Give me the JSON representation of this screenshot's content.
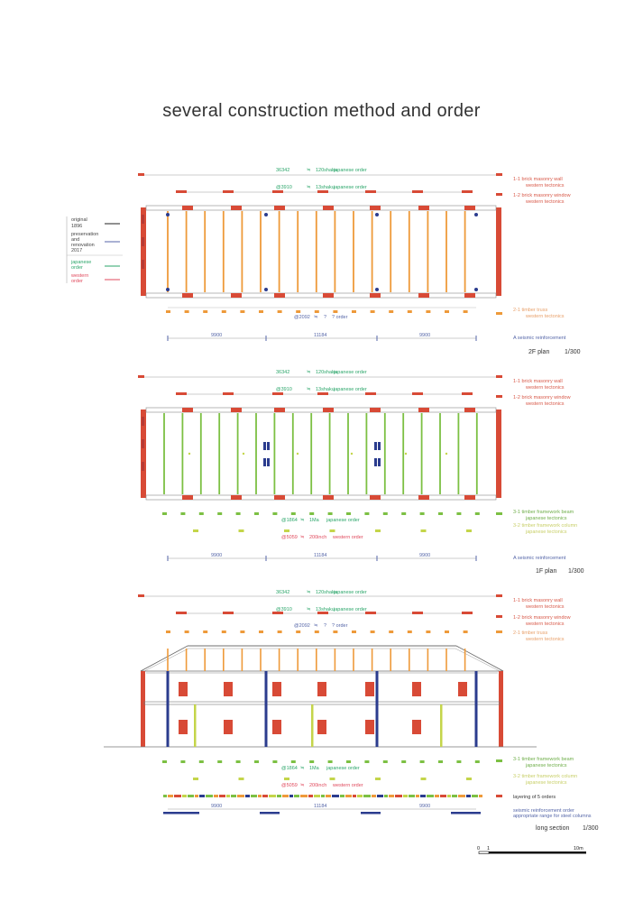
{
  "title": "several construction method and order",
  "colors": {
    "brick": "#d84a36",
    "truss": "#ee9a3a",
    "beam": "#7cc043",
    "column": "#c4d54a",
    "japanese": "#2ba66a",
    "western": "#e0495c",
    "steel": "#2b3c8e",
    "dim": "#5566a8",
    "label_brick": "#d85a4a",
    "label_truss": "#e8a06a",
    "label_beam": "#6fae4a",
    "label_col": "#c8cf68"
  },
  "legend": {
    "original": "original",
    "original_year": "1896",
    "preservation_l1": "preservation",
    "preservation_l2": "and",
    "preservation_l3": "renovation",
    "preservation_year": "2017",
    "japanese_l1": "japanese",
    "japanese_l2": "order",
    "western_l1": "western",
    "western_l2": "order"
  },
  "common": {
    "dim_total": "36342",
    "approx": "≒",
    "shaku120": "120shaku",
    "japanese_order": "japanese order",
    "at3910": "@3910",
    "shaku13": "13shaku",
    "at2092": "@2092",
    "q": "?",
    "q_order": "? order",
    "at1864": "@1864",
    "ma1": "1Ma",
    "at5059": "@5059",
    "inch200": "200inch",
    "western_order": "western order",
    "d9900": "9900",
    "d11184": "11184",
    "wall_11": "1-1   brick masonry wall",
    "window_12": "1-2   brick masonry window",
    "western_tectonics": "western tectonics",
    "truss_21": "2-1   timber truss",
    "beam_31": "3-1   timber framework beam",
    "col_32": "3-2   timber framework column",
    "japanese_tectonics": "japanese tectonics",
    "seismic_a": "A   seismic reinforcement",
    "layering": "layering of 5 orders",
    "seismic_order": "seismic reinforcement order",
    "steel_range": "appropriate range for steel columns"
  },
  "plan2f": {
    "caption": "2F   plan",
    "scale": "1/300"
  },
  "plan1f": {
    "caption": "1F   plan",
    "scale": "1/300"
  },
  "section": {
    "caption": "long section",
    "scale": "1/300"
  },
  "scalebar": {
    "zero": "0",
    "one": "1",
    "ten": "10m"
  }
}
